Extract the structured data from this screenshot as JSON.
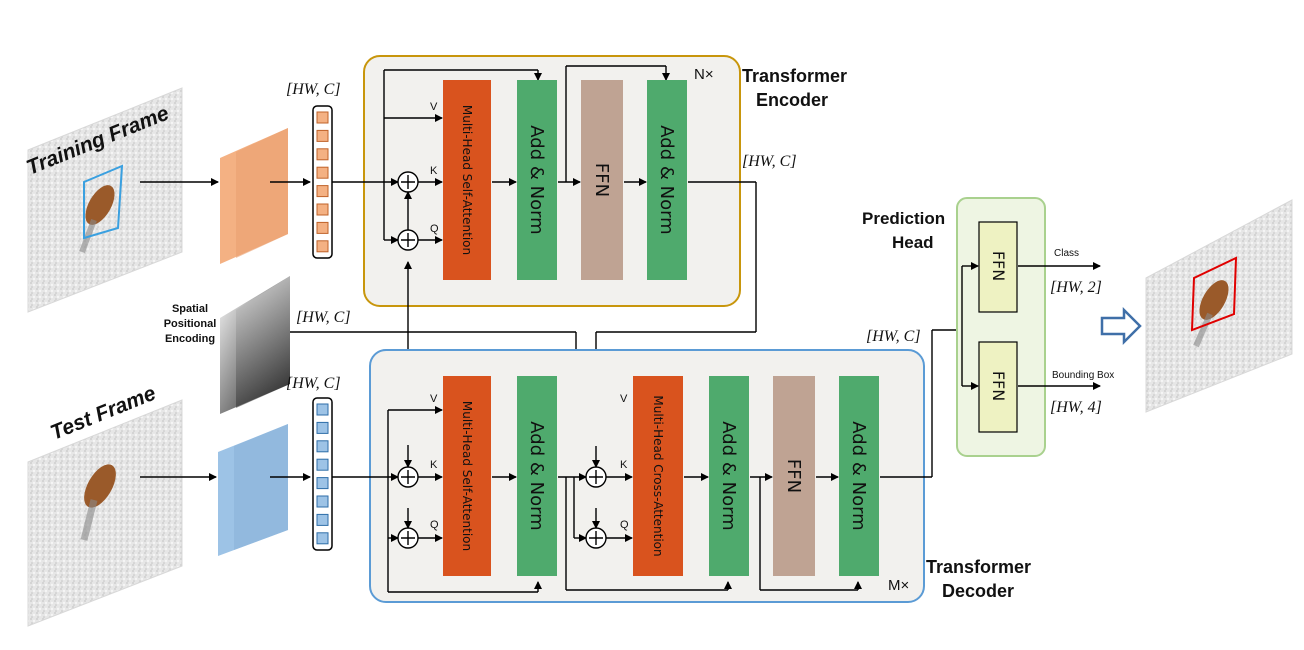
{
  "encoder": {
    "title_line1": "Transformer",
    "title_line2": "Encoder",
    "repeat": "N×",
    "self_attention": "Multi-Head Self-Attention",
    "add_norm_1": "Add & Norm",
    "ffn": "FFN",
    "add_norm_2": "Add & Norm",
    "port_v": "V",
    "port_k": "K",
    "port_q": "Q",
    "output_dim": "[HW, C]"
  },
  "decoder": {
    "title_line1": "Transformer",
    "title_line2": "Decoder",
    "repeat": "M×",
    "self_attention": "Multi-Head Self-Attention",
    "add_norm_1": "Add & Norm",
    "cross_attention": "Multi-Head Cross-Attention",
    "add_norm_2": "Add & Norm",
    "ffn": "FFN",
    "add_norm_3": "Add & Norm",
    "port_v": "V",
    "port_k": "K",
    "port_q": "Q",
    "cross_port_v": "V",
    "cross_port_k": "K",
    "cross_port_q": "Q",
    "output_dim": "[HW, C]"
  },
  "inputs": {
    "training_frame": "Training Frame",
    "test_frame": "Test Frame",
    "train_tokens_dim": "[HW, C]",
    "test_tokens_dim": "[HW, C]",
    "spatial_encoding_line1": "Spatial",
    "spatial_encoding_line2": "Positional",
    "spatial_encoding_line3": "Encoding",
    "spatial_encoding_dim": "[HW, C]"
  },
  "prediction_head": {
    "title_line1": "Prediction",
    "title_line2": "Head",
    "ffn_class": "FFN",
    "ffn_box": "FFN",
    "class_label": "Class",
    "class_dim": "[HW, 2]",
    "bbox_label": "Bounding Box",
    "bbox_dim": "[HW, 4]"
  },
  "colors": {
    "encoder_border": "#c8960c",
    "decoder_border": "#5b9bd5",
    "head_border": "#a9d18e",
    "attention": "#d9531e",
    "add_norm": "#4faa6d",
    "ffn_brown": "#bfa393",
    "ffn_head": "#eef2c2",
    "train_feature": "#f4b183",
    "test_feature": "#9dc3e6",
    "result_box": "#e00000",
    "train_box": "#3aa0e0"
  }
}
